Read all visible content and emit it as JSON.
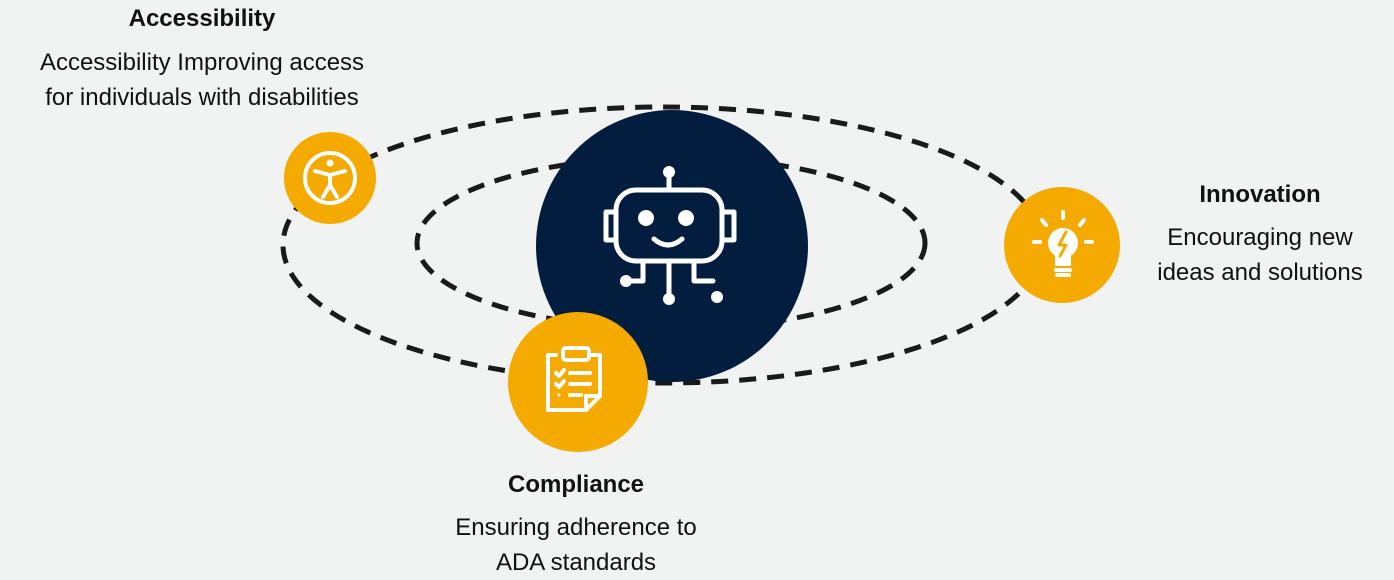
{
  "colors": {
    "background": "#f1f2f2",
    "hub_fill": "#031d3e",
    "node_fill": "#f4aa00",
    "orbit_stroke": "#1a1a1a",
    "icon_stroke": "#ffffff",
    "text": "#111111"
  },
  "hub": {
    "icon": "robot-icon"
  },
  "nodes": {
    "accessibility": {
      "title": "Accessibility",
      "description_line1": "Accessibility Improving access",
      "description_line2": "for individuals with disabilities",
      "icon": "accessibility-person-icon"
    },
    "innovation": {
      "title": "Innovation",
      "description_line1": "Encouraging new",
      "description_line2": "ideas and solutions",
      "icon": "lightbulb-icon"
    },
    "compliance": {
      "title": "Compliance",
      "description_line1": "Ensuring adherence to",
      "description_line2": "ADA standards",
      "icon": "clipboard-checklist-icon"
    }
  }
}
